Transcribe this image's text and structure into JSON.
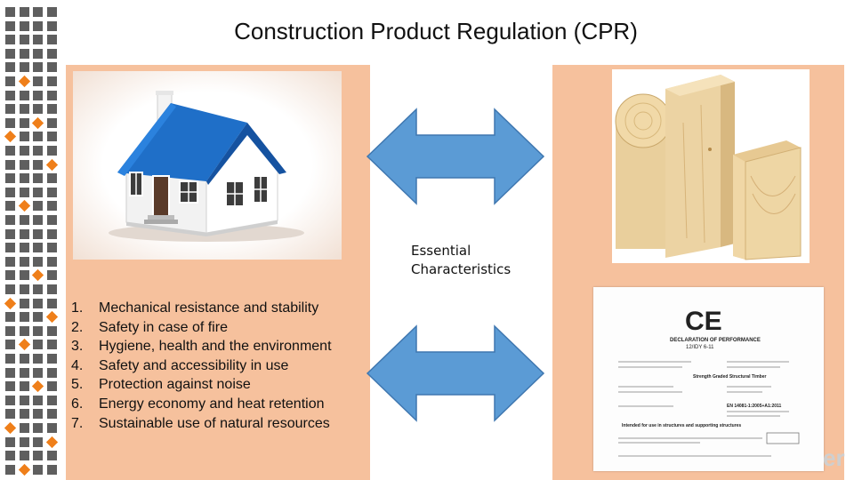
{
  "slide": {
    "title": "Construction Product Regulation (CPR)",
    "essential_label_line1": "Essential",
    "essential_label_line2": "Characteristics",
    "requirements": [
      {
        "num": "1.",
        "text": "Mechanical resistance and stability"
      },
      {
        "num": "2.",
        "text": "Safety in case of fire"
      },
      {
        "num": "3.",
        "text": "Hygiene, health and the environment"
      },
      {
        "num": "4.",
        "text": "Safety and accessibility in use"
      },
      {
        "num": "5.",
        "text": "Protection against noise"
      },
      {
        "num": "6.",
        "text": "Energy economy and heat retention"
      },
      {
        "num": "7.",
        "text": "Sustainable use of natural resources"
      }
    ]
  },
  "document": {
    "mark": "CE",
    "heading": "DECLARATION OF PERFORMANCE",
    "ref": "12/IDY 6-11",
    "subtitle": "Strength Graded Structural Timber",
    "standard": "EN 14081-1:2005+A1:2011",
    "intended_use": "Intended for use in structures and supporting structures"
  },
  "logo_fragment": "er",
  "colors": {
    "panel": "#f6c19d",
    "arrow": "#5b9bd5",
    "arrow_stroke": "#3f77b0",
    "grid_gray": "#5f5f5f",
    "grid_orange": "#ef7f1a"
  }
}
